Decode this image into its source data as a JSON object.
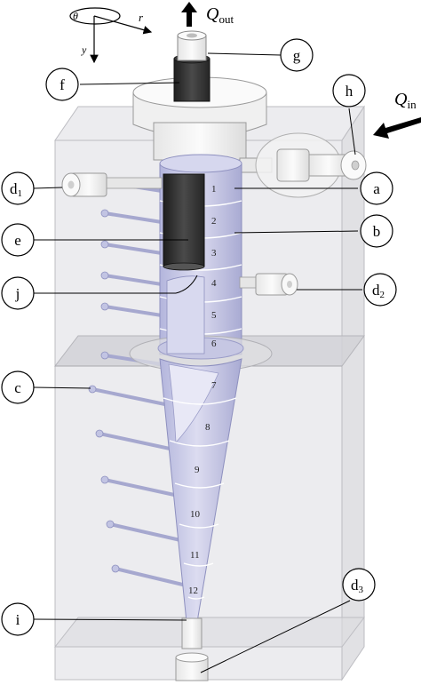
{
  "axes": {
    "theta": "θ",
    "r": "r",
    "y": "y"
  },
  "flows": {
    "out": {
      "symbol": "Q",
      "sub": "out"
    },
    "in": {
      "symbol": "Q",
      "sub": "in"
    }
  },
  "callouts": {
    "a": {
      "letter": "a"
    },
    "b": {
      "letter": "b"
    },
    "c": {
      "letter": "c"
    },
    "d1": {
      "letter": "d",
      "sub": "1"
    },
    "d2": {
      "letter": "d",
      "sub": "2"
    },
    "d3": {
      "letter": "d",
      "sub": "3"
    },
    "e": {
      "letter": "e"
    },
    "f": {
      "letter": "f"
    },
    "g": {
      "letter": "g"
    },
    "h": {
      "letter": "h"
    },
    "i": {
      "letter": "i"
    },
    "j": {
      "letter": "j"
    }
  },
  "sections": [
    "1",
    "2",
    "3",
    "4",
    "5",
    "6",
    "7",
    "8",
    "9",
    "10",
    "11",
    "12"
  ],
  "colors": {
    "block_fill": "#e3e3e6",
    "block_stroke": "#b9b9bd",
    "cyclone_fill": "#c7c8e4",
    "cyclone_dark": "#9ea0c8",
    "tube_dark": "#3a3a3a",
    "probe": "#b7b9d9"
  }
}
